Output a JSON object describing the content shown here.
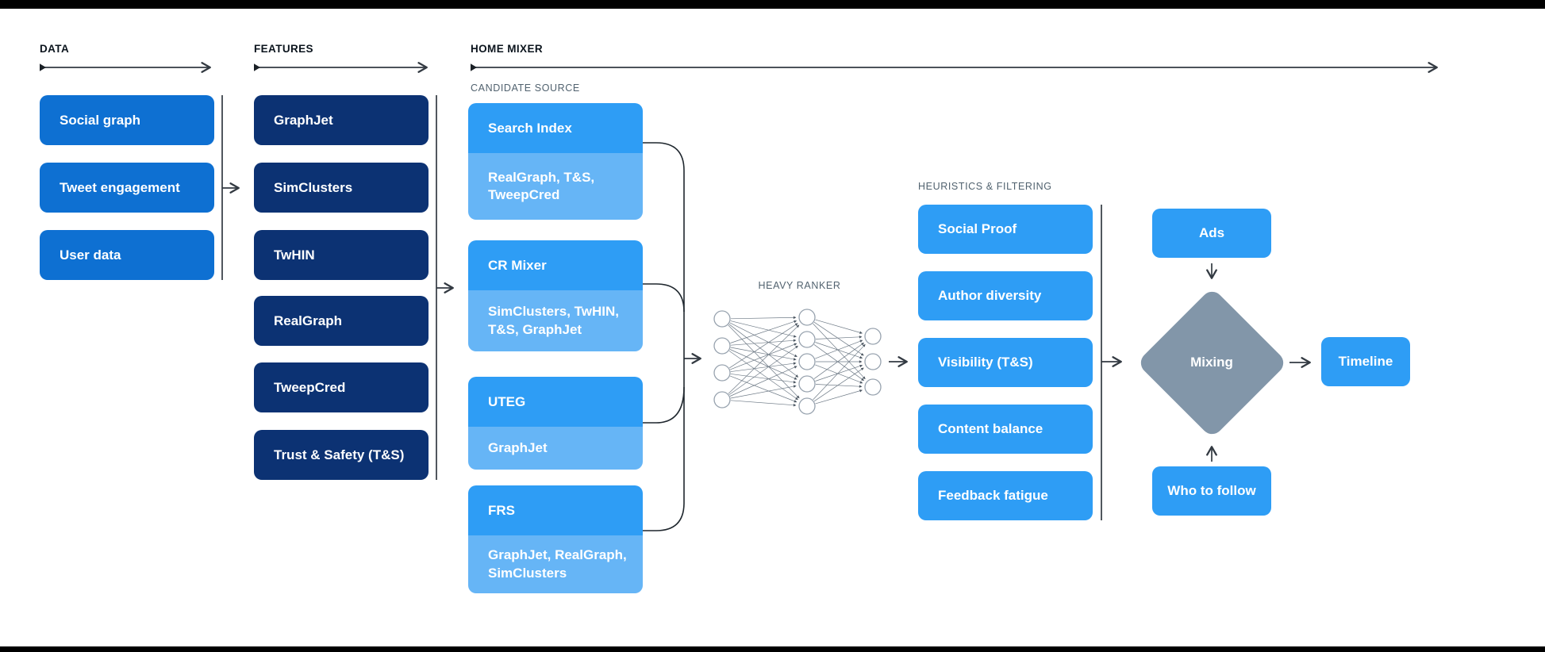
{
  "colors": {
    "azure": "#0E70D2",
    "navy": "#0C3273",
    "blue": "#2E9DF5",
    "light_blue": "#66B5F6",
    "diamond_gray": "#8296A9",
    "line": "#333A42",
    "muted_label": "#51626F"
  },
  "sections": {
    "data": {
      "label": "DATA",
      "items": [
        "Social graph",
        "Tweet engagement",
        "User data"
      ]
    },
    "features": {
      "label": "FEATURES",
      "items": [
        "GraphJet",
        "SimClusters",
        "TwHIN",
        "RealGraph",
        "TweepCred",
        "Trust & Safety (T&S)"
      ]
    },
    "home_mixer": {
      "label": "HOME MIXER",
      "candidate_source": {
        "label": "CANDIDATE SOURCE",
        "items": [
          {
            "title": "Search Index",
            "sources": "RealGraph, T&S, TweepCred"
          },
          {
            "title": "CR Mixer",
            "sources": "SimClusters, TwHIN, T&S, GraphJet"
          },
          {
            "title": "UTEG",
            "sources": "GraphJet"
          },
          {
            "title": "FRS",
            "sources": "GraphJet, RealGraph, SimClusters"
          }
        ]
      },
      "heavy_ranker": {
        "label": "HEAVY RANKER",
        "network_layers": [
          4,
          5,
          3
        ]
      },
      "heuristics": {
        "label": "HEURISTICS & FILTERING",
        "items": [
          "Social Proof",
          "Author diversity",
          "Visibility (T&S)",
          "Content balance",
          "Feedback fatigue"
        ]
      },
      "output": {
        "ads": "Ads",
        "mixing": "Mixing",
        "who_to_follow": "Who to follow",
        "timeline": "Timeline"
      }
    }
  }
}
